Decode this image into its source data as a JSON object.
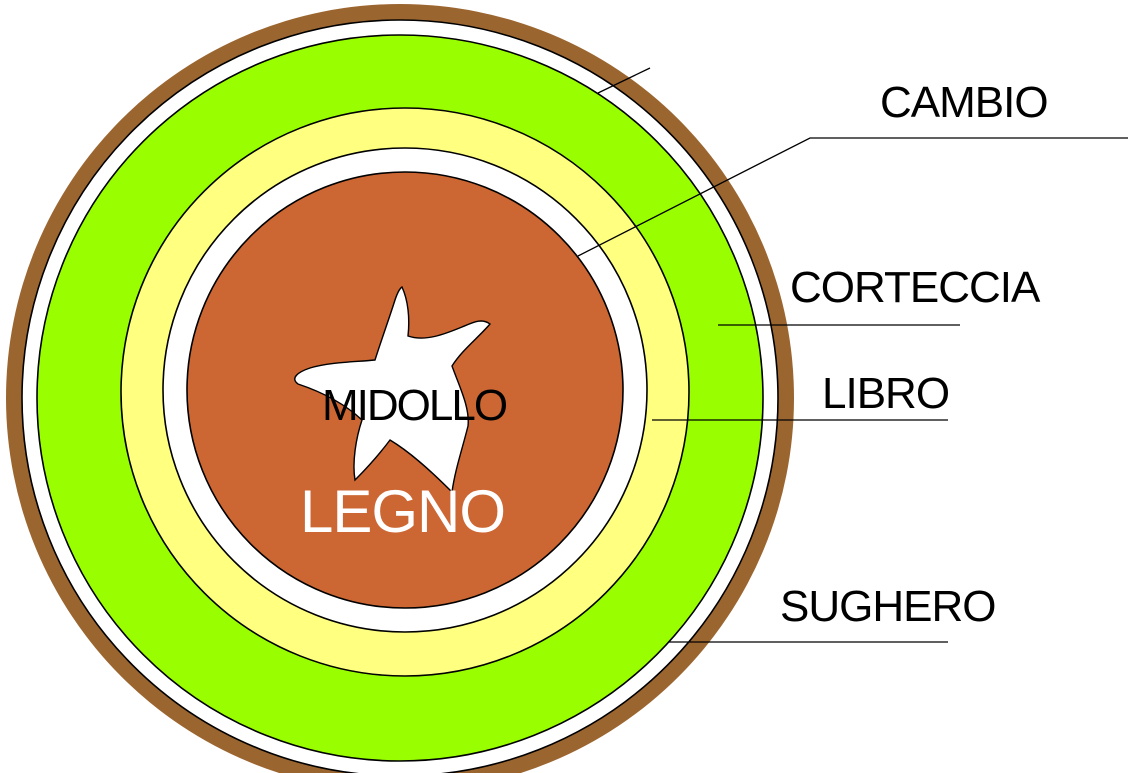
{
  "labels": {
    "cambio": "CAMBIO",
    "corteccia": "CORTECCIA",
    "libro": "LIBRO",
    "sughero": "SUGHERO",
    "midollo": "MIDOLLO",
    "legno": "LEGNO"
  },
  "colors": {
    "sughero": "#9B6530",
    "corteccia": "#99FF00",
    "libro": "#FFFF80",
    "legno": "#CC6633",
    "midollo": "#FFFFFF",
    "cambio": "#FFFFFF"
  }
}
